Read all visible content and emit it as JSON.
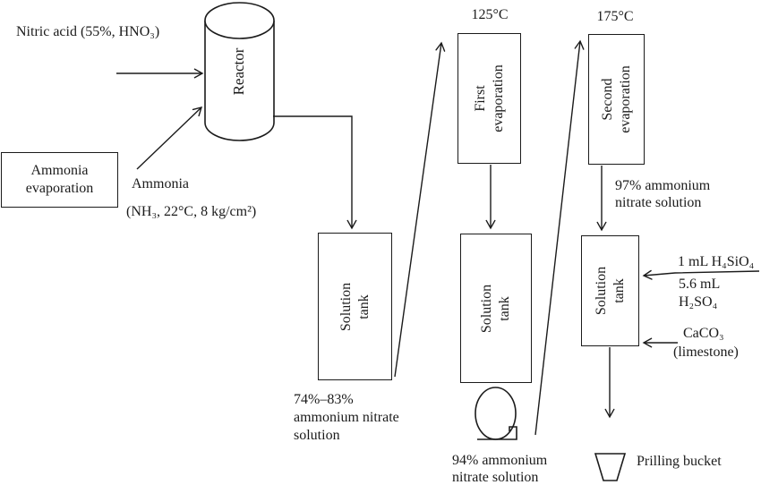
{
  "colors": {
    "ink": "#1b1b1b",
    "background": "#ffffff"
  },
  "nodes": {
    "ammonia_evaporation": {
      "label": "Ammonia\nevaporation"
    },
    "reactor": {
      "label": "Reactor"
    },
    "solution_tank_1": {
      "label": "Solution tank"
    },
    "first_evaporation": {
      "label": "First evaporation",
      "temperature": "125°C"
    },
    "solution_tank_2": {
      "label": "Solution tank"
    },
    "second_evaporation": {
      "label": "Second\nevaporation",
      "temperature": "175°C"
    },
    "solution_tank_3": {
      "label": "Solution tank"
    },
    "prilling_bucket": {
      "label": "Prilling bucket"
    }
  },
  "streams": {
    "nitric_acid": "Nitric acid (55%, HNO₃)",
    "ammonia": "Ammonia",
    "ammonia_conditions": "(NH₃, 22°C, 8 kg/cm²)",
    "ammonium_nitrate_74_83": "74%–83%\nammonium nitrate\nsolution",
    "ammonium_nitrate_94": "94% ammonium\nnitrate solution",
    "ammonium_nitrate_97": "97% ammonium\nnitrate solution",
    "silicic_acid": "1 mL H₄SiO₄",
    "sulfuric_acid": "5.6 mL H₂SO₄",
    "calcium_carbonate": "CaCO₃",
    "limestone": "(limestone)"
  }
}
